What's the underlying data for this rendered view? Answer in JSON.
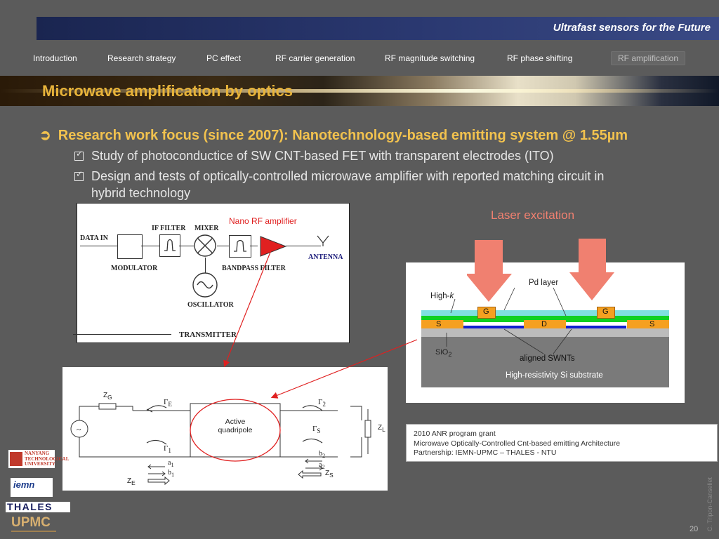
{
  "header": {
    "banner_title": "Ultrafast sensors for the Future"
  },
  "nav": {
    "items": [
      {
        "label": "Introduction"
      },
      {
        "label": "Research strategy"
      },
      {
        "label": "PC effect"
      },
      {
        "label": "RF carrier generation"
      },
      {
        "label": "RF  magnitude switching"
      },
      {
        "label": "RF  phase shifting"
      },
      {
        "label": "RF  amplification"
      }
    ],
    "active_index": 6
  },
  "slide": {
    "title": "Microwave amplification by optics",
    "bullet_main": "Research work focus (since 2007): Nanotechnology-based emitting system @ 1.55µm",
    "sub_bullets": [
      "Study of photoconductice of  SW CNT-based FET with transparent electrodes (ITO)",
      "Design and tests of optically-controlled microwave amplifier with reported matching circuit in",
      "hybrid technology"
    ]
  },
  "transmitter": {
    "annotation": "Nano RF amplifier",
    "data_in": "DATA IN",
    "if_filter": "IF FILTER",
    "mixer": "MIXER",
    "modulator": "MODULATOR",
    "bandpass": "BANDPASS FILTER",
    "oscillator": "OSCILLATOR",
    "antenna": "ANTENNA",
    "caption": "TRANSMITTER"
  },
  "device": {
    "laser_label": "Laser excitation",
    "pd_layer": "Pd layer",
    "high_k_prefix": "High-",
    "high_k_italic": "k",
    "gate": "G",
    "source": "S",
    "drain": "D",
    "sio2": "SiO",
    "sio2_sub": "2",
    "swnt": "aligned SWNTs",
    "substrate": "High-resistivity Si substrate"
  },
  "circuit": {
    "zg": "Z",
    "zg_sub": "G",
    "ze": "Z",
    "ze_sub": "E",
    "zl": "Z",
    "zl_sub": "L",
    "zs": "Z",
    "zs_sub": "S",
    "gamma": "Γ",
    "gamma_e_sub": "E",
    "gamma_1_sub": "1",
    "gamma_2_sub": "2",
    "gamma_s_sub": "S",
    "a": "a",
    "b": "b",
    "sub_1": "1",
    "sub_2": "2",
    "active_line1": "Active",
    "active_line2": "quadripole",
    "source_symbol": "~"
  },
  "grant": {
    "line1": "2010 ANR program grant",
    "line2": "Microwave Optically-Controlled  Cnt-based emitting Architecture",
    "line3": "Partnership: IEMN-UPMC – THALES -  NTU"
  },
  "logos": {
    "ntu_line1": "NANYANG",
    "ntu_line2": "TECHNOLOGICAL",
    "ntu_line3": "UNIVERSITY",
    "iemn": "iemn",
    "thales": "THALES",
    "upmc": "UPMC"
  },
  "footer": {
    "author": "C. Tripon-Canseliet",
    "page_number": "20"
  },
  "colors": {
    "accent_gold": "#f2c24e",
    "title_gold": "#e8b43a",
    "laser_arrow": "#f08070",
    "annotation_red": "#e02020"
  }
}
